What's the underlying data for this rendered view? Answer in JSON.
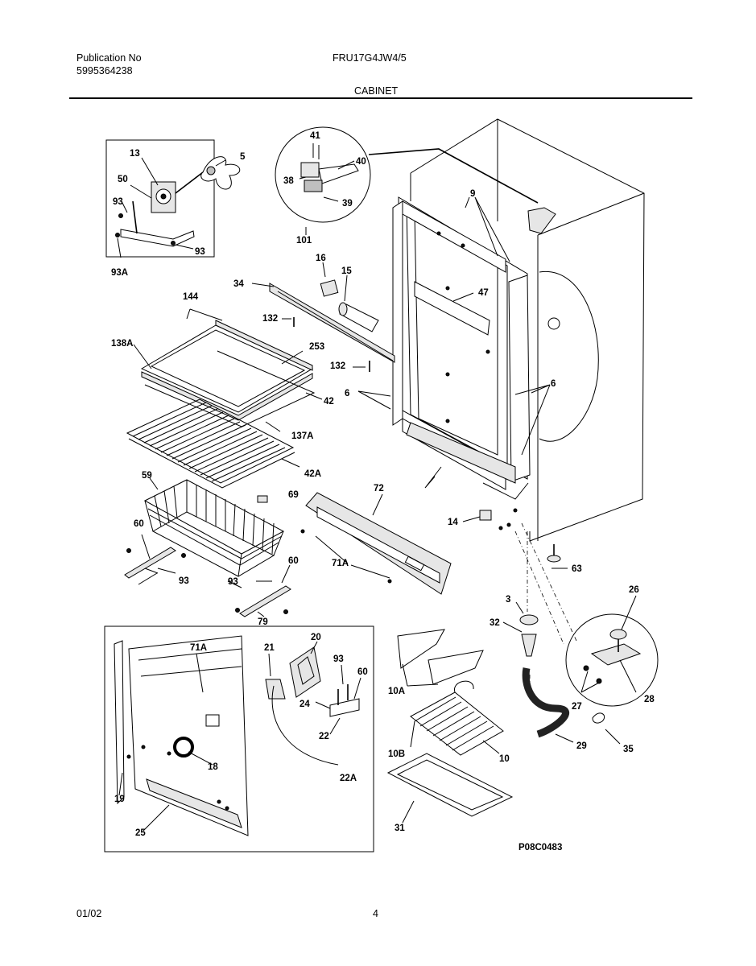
{
  "header": {
    "publication_label": "Publication No",
    "publication_number": "5995364238",
    "model": "FRU17G4JW4/5",
    "section": "CABINET"
  },
  "diagram": {
    "drawing_code": "P08C0483",
    "callouts": [
      "13",
      "5",
      "50",
      "93",
      "93",
      "93A",
      "41",
      "40",
      "38",
      "39",
      "101",
      "9",
      "16",
      "15",
      "34",
      "47",
      "144",
      "132",
      "253",
      "138A",
      "132",
      "6",
      "6",
      "42",
      "137A",
      "42A",
      "59",
      "69",
      "72",
      "60",
      "14",
      "63",
      "71A",
      "93",
      "60",
      "93",
      "79",
      "3",
      "26",
      "32",
      "20",
      "21",
      "71A",
      "93",
      "60",
      "24",
      "22",
      "18",
      "22A",
      "10A",
      "10B",
      "10",
      "29",
      "27",
      "28",
      "35",
      "19",
      "25",
      "31"
    ]
  },
  "footer": {
    "date": "01/02",
    "page": "4"
  }
}
